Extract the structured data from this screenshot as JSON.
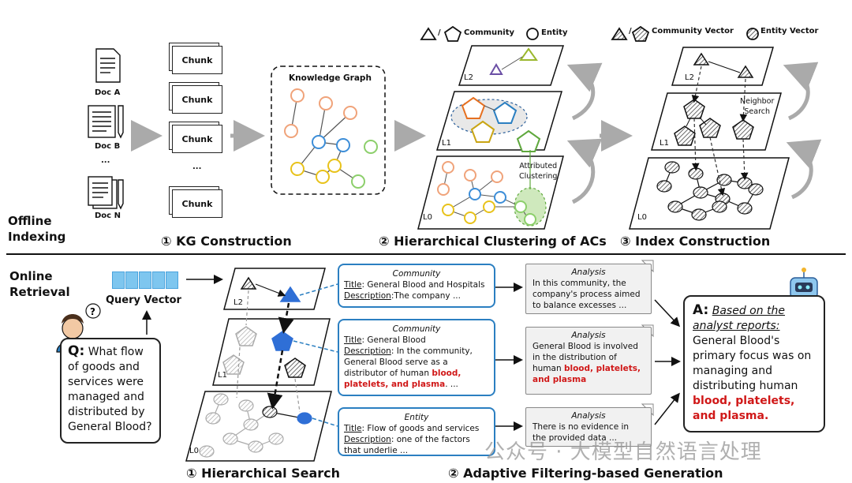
{
  "offline": {
    "section_label": "Offline\nIndexing",
    "docs": [
      "Doc A",
      "Doc B",
      "...",
      "Doc N"
    ],
    "chunks": [
      "Chunk",
      "Chunk",
      "Chunk",
      "...",
      "Chunk"
    ],
    "kg_title": "Knowledge Graph",
    "step1": "① KG Construction",
    "step2": "② Hierarchical Clustering of ACs",
    "step3": "③ Index Construction",
    "legend_community": "Community",
    "legend_entity": "Entity",
    "legend_community_vector": "Community Vector",
    "legend_entity_vector": "Entity Vector",
    "levels": [
      "L2",
      "L1",
      "L0"
    ],
    "attributed_clustering": "Attributed\nClustering",
    "neighbor_search": "Neighbor\nSearch"
  },
  "online": {
    "section_label": "Online\nRetrieval",
    "query_vector": "Query Vector",
    "question_prefix": "Q:",
    "question_text": "What flow of goods and services were managed and distributed by General Blood?",
    "step1": "① Hierarchical Search",
    "step2": "② Adaptive Filtering-based Generation",
    "cards": [
      {
        "type": "Community",
        "title_key": "Title",
        "title": ": General Blood and Hospitals",
        "desc_key": "Description",
        "desc": ":The company ..."
      },
      {
        "type": "Community",
        "title_key": "Title",
        "title": ": General Blood",
        "desc_key": "Description",
        "desc": ": In the community, General Blood serve as a distributor of human ",
        "desc_red": "blood, platelets, and plasma",
        "desc_tail": ". ..."
      },
      {
        "type": "Entity",
        "title_key": "Title",
        "title": ": Flow of goods and services",
        "desc_key": "Description",
        "desc": ": one of the factors that underlie ..."
      }
    ],
    "analyses": [
      {
        "title": "Analysis",
        "text": "In this community, the company's process aimed to balance excesses ..."
      },
      {
        "title": "Analysis",
        "text": "General Blood is involved in the distribution of human ",
        "red": "blood, platelets, and plasma"
      },
      {
        "title": "Analysis",
        "text": "There is no evidence in the provided data ..."
      }
    ],
    "answer_prefix": "A:",
    "answer_intro": "Based on the analyst reports:",
    "answer_text": "General Blood's primary focus was on managing and distributing human ",
    "answer_red": "blood, platelets, and plasma."
  },
  "watermark": "公众号 · 大模型自然语言处理",
  "colors": {
    "accent_blue": "#2b7fc1",
    "node_blue": "#2f6fd6",
    "red": "#d01818"
  }
}
